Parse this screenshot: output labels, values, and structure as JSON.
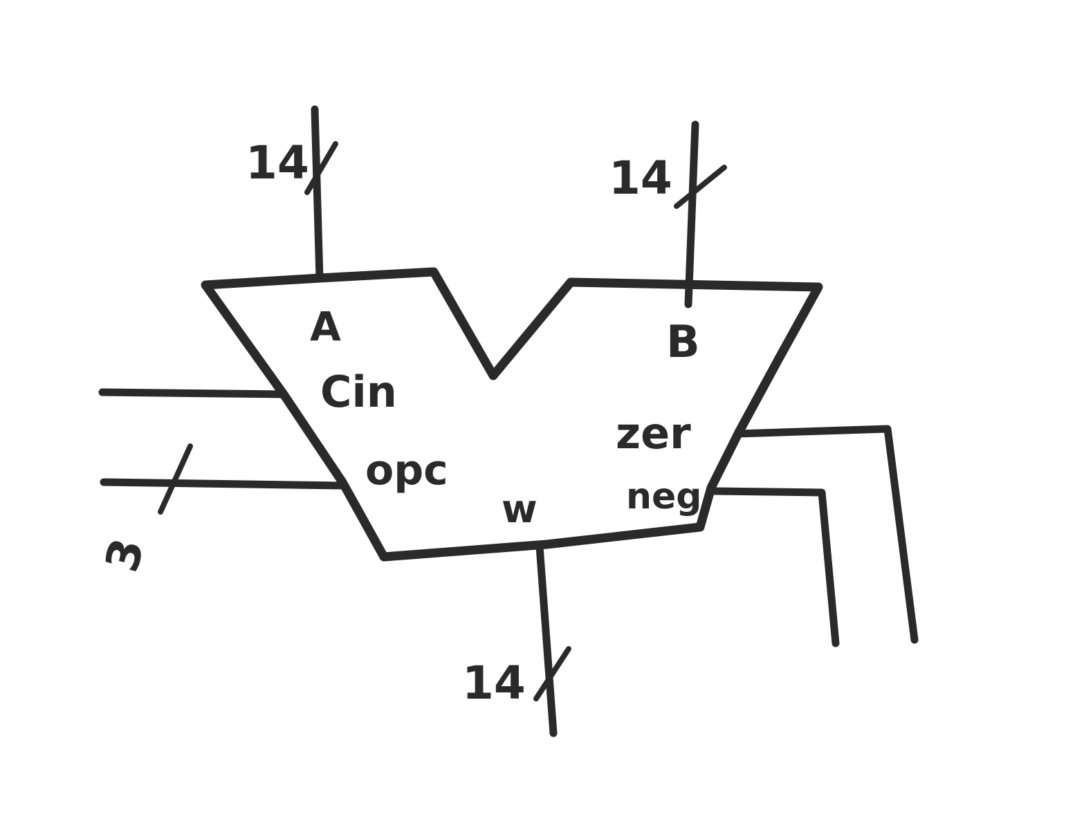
{
  "diagram": {
    "alu": {
      "port_a": "A",
      "port_b": "B",
      "carry_in": "Cin",
      "opcode": "opc",
      "output": "w",
      "zero_flag": "zer",
      "negative_flag": "neg"
    },
    "bus_widths": {
      "a": "14",
      "b": "14",
      "w": "14",
      "opc": "3"
    }
  }
}
